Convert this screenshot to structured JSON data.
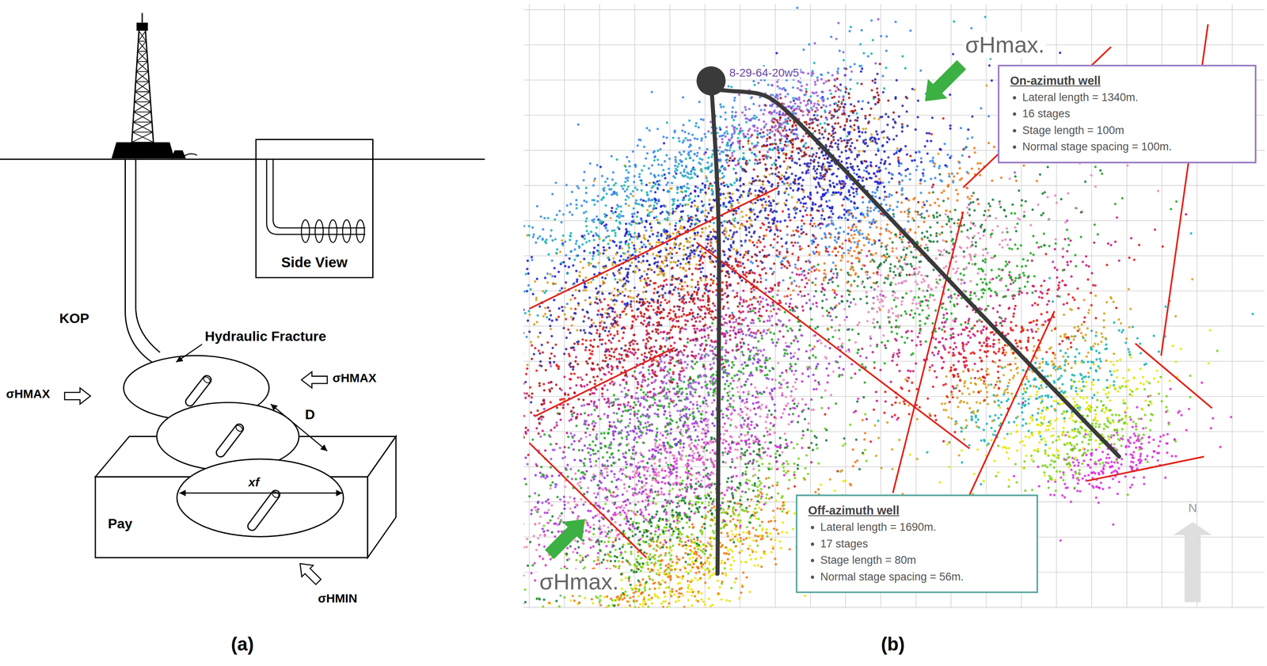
{
  "diagram": {
    "nodes": [
      {
        "text": [
          "Side View"
        ]
      },
      {
        "text": [
          "On-azimuth well",
          "Lateral length = 1340m.",
          "16 stages",
          "Stage length = 100m",
          "Normal stage spacing = 100m."
        ]
      },
      {
        "text": [
          "Off-azimuth well",
          "Lateral length = 1690m.",
          "17 stages",
          "Stage length = 80m",
          "Normal stage spacing = 56m."
        ]
      }
    ],
    "labels": [
      "σHMAX",
      "σHMAX",
      "KOP",
      "Hydraulic Fracture",
      "D",
      "xf",
      "Pay",
      "σHMIN",
      "(a)",
      "8-29-64-20w5",
      "σHmax.",
      "σHmax.",
      "N",
      "(b)"
    ]
  }
}
